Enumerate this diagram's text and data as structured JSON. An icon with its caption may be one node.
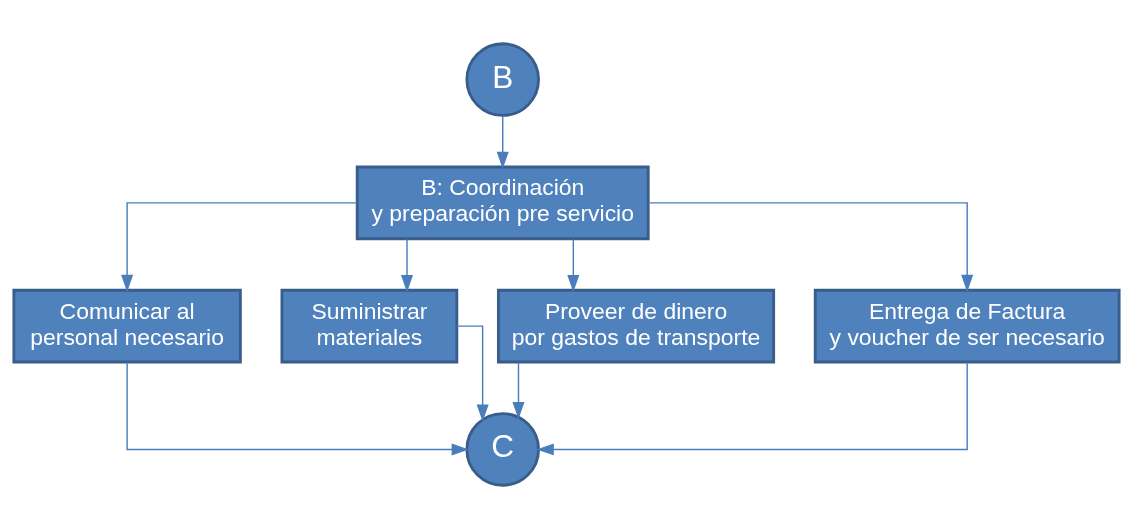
{
  "diagram": {
    "nodes": [
      {
        "text": [
          "B"
        ]
      },
      {
        "text": [
          "B: Coordinación y preparación pre servicio"
        ]
      },
      {
        "text": [
          "Comunicar al personal necesario"
        ]
      },
      {
        "text": [
          "Suministrar materiales"
        ]
      },
      {
        "text": [
          "Proveer de dinero por gastos de transporte"
        ]
      },
      {
        "text": [
          "Entrega de Factura y voucher de ser necesario"
        ]
      },
      {
        "text": [
          "C"
        ]
      }
    ],
    "edges": [
      {
        "from": 0,
        "to": 1,
        "arrow": "to"
      },
      {
        "from": 1,
        "to": 2,
        "arrow": "to"
      },
      {
        "from": 1,
        "to": 3,
        "arrow": "to"
      },
      {
        "from": 1,
        "to": 4,
        "arrow": "to"
      },
      {
        "from": 1,
        "to": 5,
        "arrow": "to"
      },
      {
        "from": 2,
        "to": 6,
        "arrow": "to"
      },
      {
        "from": 3,
        "to": 6,
        "arrow": "to"
      },
      {
        "from": 4,
        "to": 6,
        "arrow": "to"
      },
      {
        "from": 5,
        "to": 6,
        "arrow": "to"
      }
    ]
  }
}
